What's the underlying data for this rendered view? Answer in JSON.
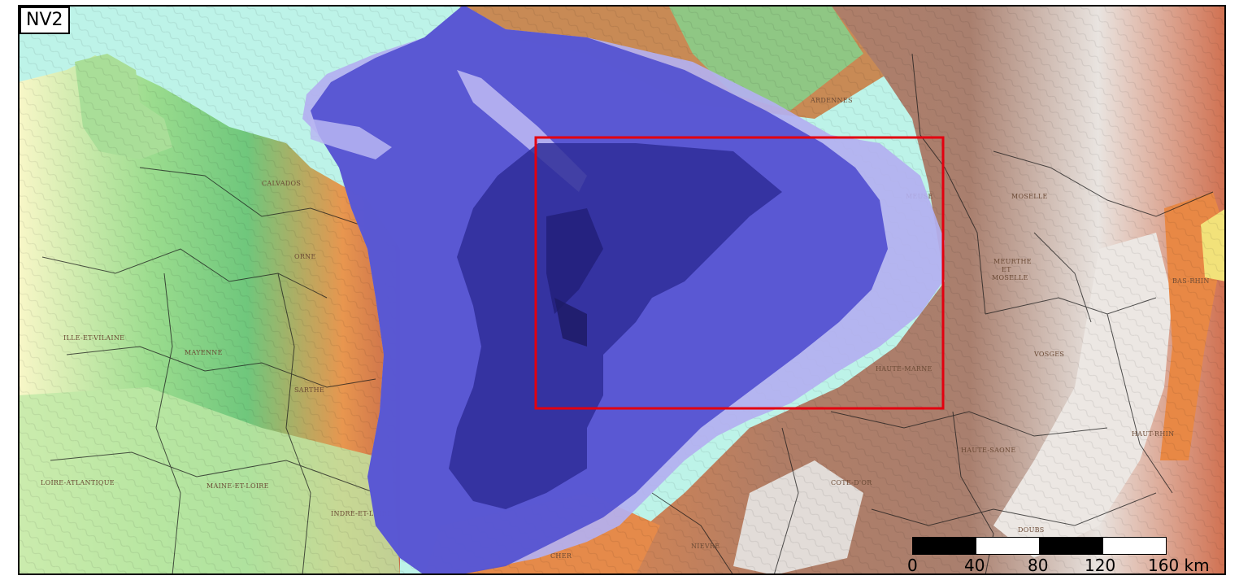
{
  "panel_label": "NV2",
  "colors": {
    "sea": "#bdf3e8",
    "lowland": "#f9f7c8",
    "plain_green": "#7fd18a",
    "hill_orange": "#e98a45",
    "highland_brown": "#b07d66",
    "mountain_white": "#e6e0dc",
    "overlay_dark": "#2a2a8e",
    "overlay_mid": "#4a46c9",
    "overlay_light": "#8b88e6",
    "overlay_edge": "#b3b0f0",
    "roi_rectangle": "#e3000f",
    "borders": "#1a1a1a"
  },
  "map_labels": [
    "CALVADOS",
    "ARDENNES",
    "MEUSE",
    "MOSELLE",
    "MEURTHE",
    "ET",
    "MOSELLE",
    "BAS-RHIN",
    "VOSGES",
    "HAUTE-MARNE",
    "HAUT-RHIN",
    "HAUTE-SAONE",
    "DOUBS",
    "COTE-D'OR",
    "NIEVRE",
    "CHER",
    "LOIRE-ATLANTIQUE",
    "MAINE-ET-LOIRE",
    "INDRE-ET-LOIRE",
    "ILLE-ET-VILAINE",
    "MAYENNE",
    "SARTHE",
    "ORNE"
  ],
  "scale_bar": {
    "ticks": [
      "0",
      "40",
      "80",
      "120",
      "160 km"
    ]
  }
}
